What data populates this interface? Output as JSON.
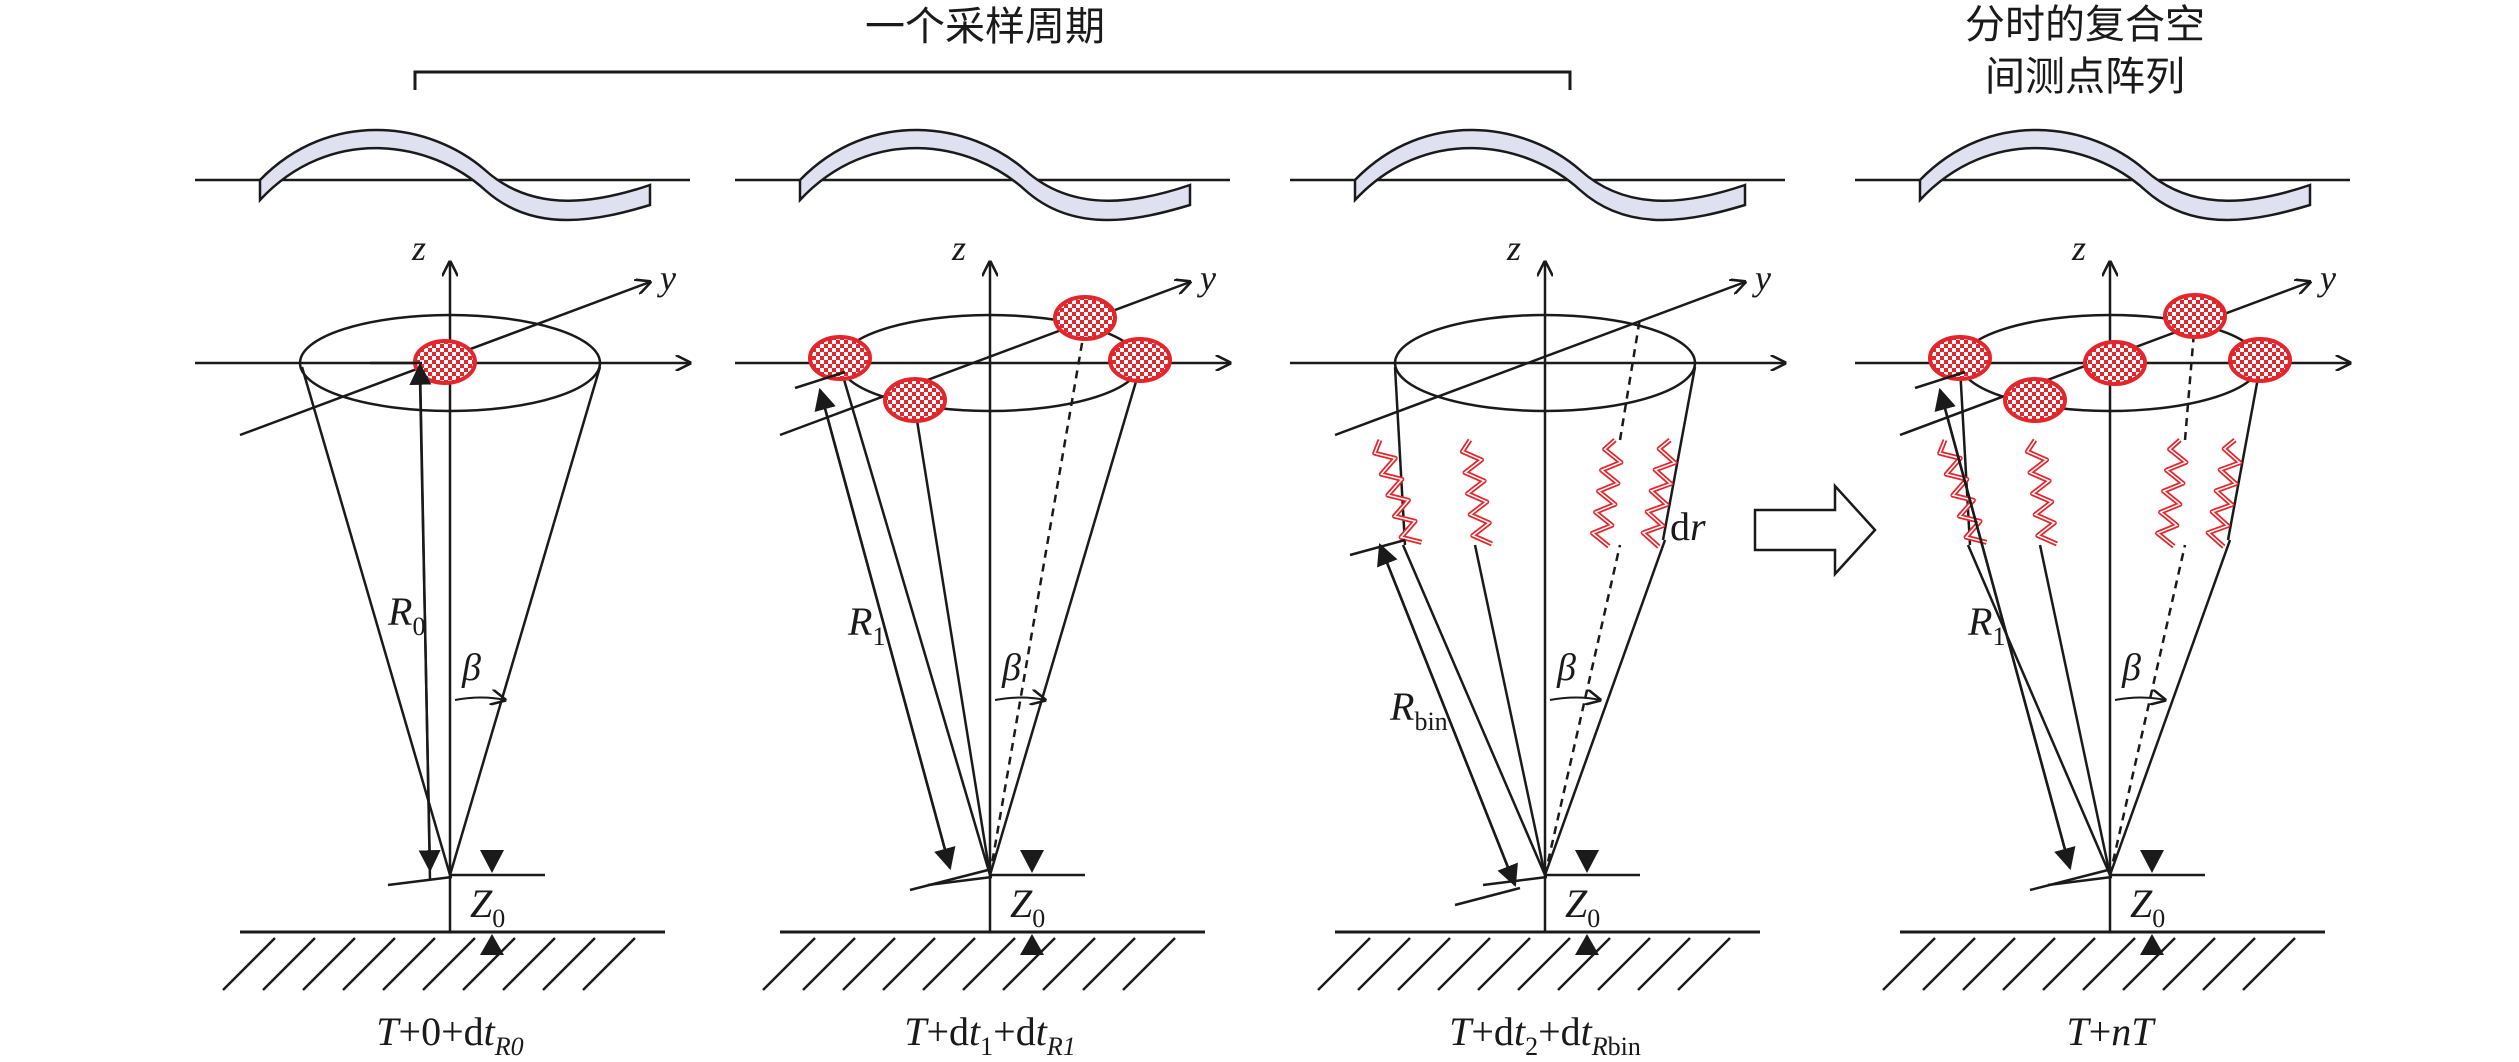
{
  "header": {
    "period_label": "一个采样周期",
    "composite_label_line1": "分时的复合空",
    "composite_label_line2": "间测点阵列"
  },
  "axes": {
    "z": "z",
    "y": "y"
  },
  "panels": [
    {
      "id": "panel-1",
      "range_main": "R",
      "range_sub": "0",
      "angle": "β",
      "height_main": "Z",
      "height_sub": "0",
      "caption": {
        "parts": [
          {
            "t": "T",
            "s": "i"
          },
          {
            "t": "+0+d"
          },
          {
            "t": "t",
            "s": "i"
          },
          {
            "t": "R0",
            "s": "sub-i"
          }
        ]
      }
    },
    {
      "id": "panel-2",
      "range_main": "R",
      "range_sub": "1",
      "angle": "β",
      "height_main": "Z",
      "height_sub": "0",
      "caption": {
        "parts": [
          {
            "t": "T",
            "s": "i"
          },
          {
            "t": "+d"
          },
          {
            "t": "t",
            "s": "i"
          },
          {
            "t": "1",
            "s": "sub"
          },
          {
            "t": "+d"
          },
          {
            "t": "t",
            "s": "i"
          },
          {
            "t": "R1",
            "s": "sub-i"
          }
        ]
      }
    },
    {
      "id": "panel-3",
      "range_main": "R",
      "range_sub": "bin",
      "angle": "β",
      "height_main": "Z",
      "height_sub": "0",
      "extra_label_main": "d",
      "extra_label_ital": "r",
      "caption": {
        "parts": [
          {
            "t": "T",
            "s": "i"
          },
          {
            "t": "+d"
          },
          {
            "t": "t",
            "s": "i"
          },
          {
            "t": "2",
            "s": "sub"
          },
          {
            "t": "+d"
          },
          {
            "t": "t",
            "s": "i"
          },
          {
            "t": "R",
            "s": "sub-i"
          },
          {
            "t": "bin",
            "s": "sub"
          }
        ]
      }
    },
    {
      "id": "panel-4",
      "range_main": "R",
      "range_sub": "1",
      "angle": "β",
      "height_main": "Z",
      "height_sub": "0",
      "caption": {
        "parts": [
          {
            "t": "T",
            "s": "i"
          },
          {
            "t": "+"
          },
          {
            "t": "nT",
            "s": "i"
          }
        ]
      }
    }
  ],
  "colors": {
    "ink": "#1a1a1a",
    "spot_red": "#e4252b",
    "wave_fill": "#dfe1f0"
  }
}
